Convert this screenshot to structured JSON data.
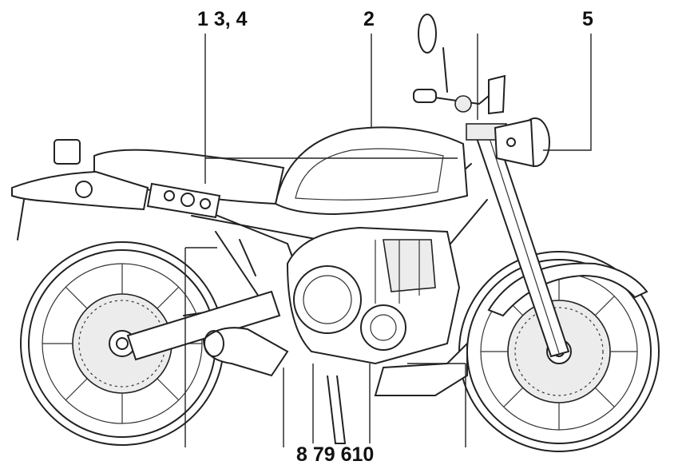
{
  "callouts": {
    "top_left": "1 3, 4",
    "top_center": "2",
    "top_right": "5",
    "bottom": "8 79 610"
  }
}
